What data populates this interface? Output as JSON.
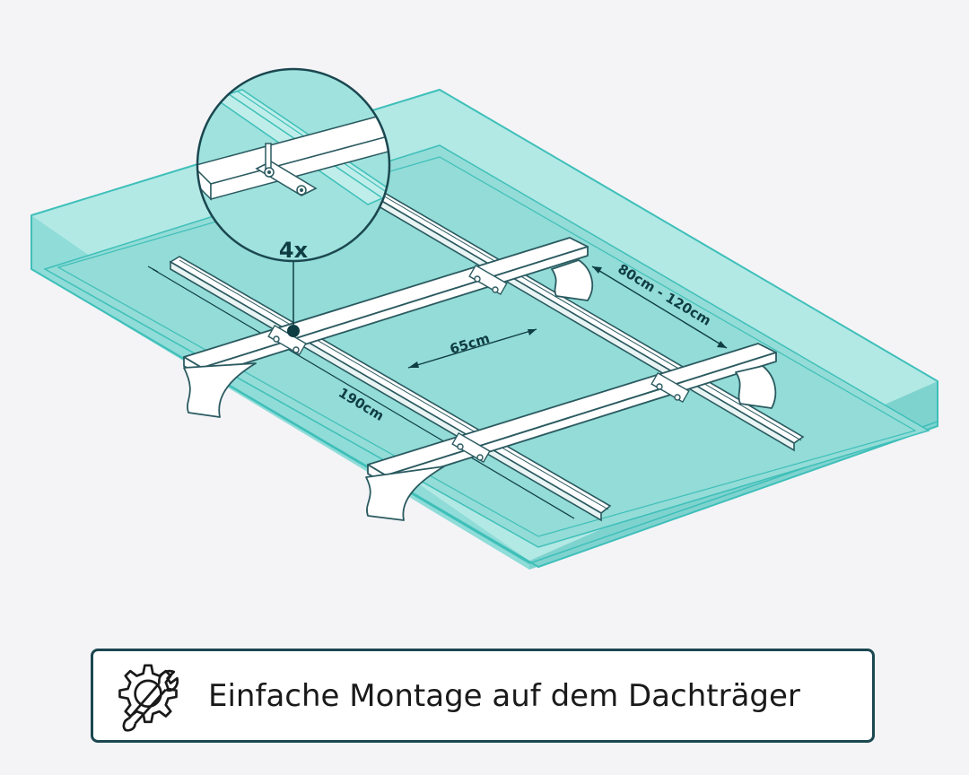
{
  "diagram": {
    "zoom_detail": {
      "count_label": "4x"
    },
    "dimensions": {
      "rail_spacing": "65cm",
      "bar_spacing": "80cm - 120cm",
      "rail_length": "190cm"
    },
    "colors": {
      "roof_fill": "#8fdcd8",
      "roof_stroke": "#3fbfb9",
      "parts_stroke": "#2a5a60",
      "parts_fill": "#ffffff",
      "ink": "#0f3d44"
    }
  },
  "caption": {
    "icon": "gear-wrench-icon",
    "text": "Einfache Montage auf dem Dachträger"
  }
}
